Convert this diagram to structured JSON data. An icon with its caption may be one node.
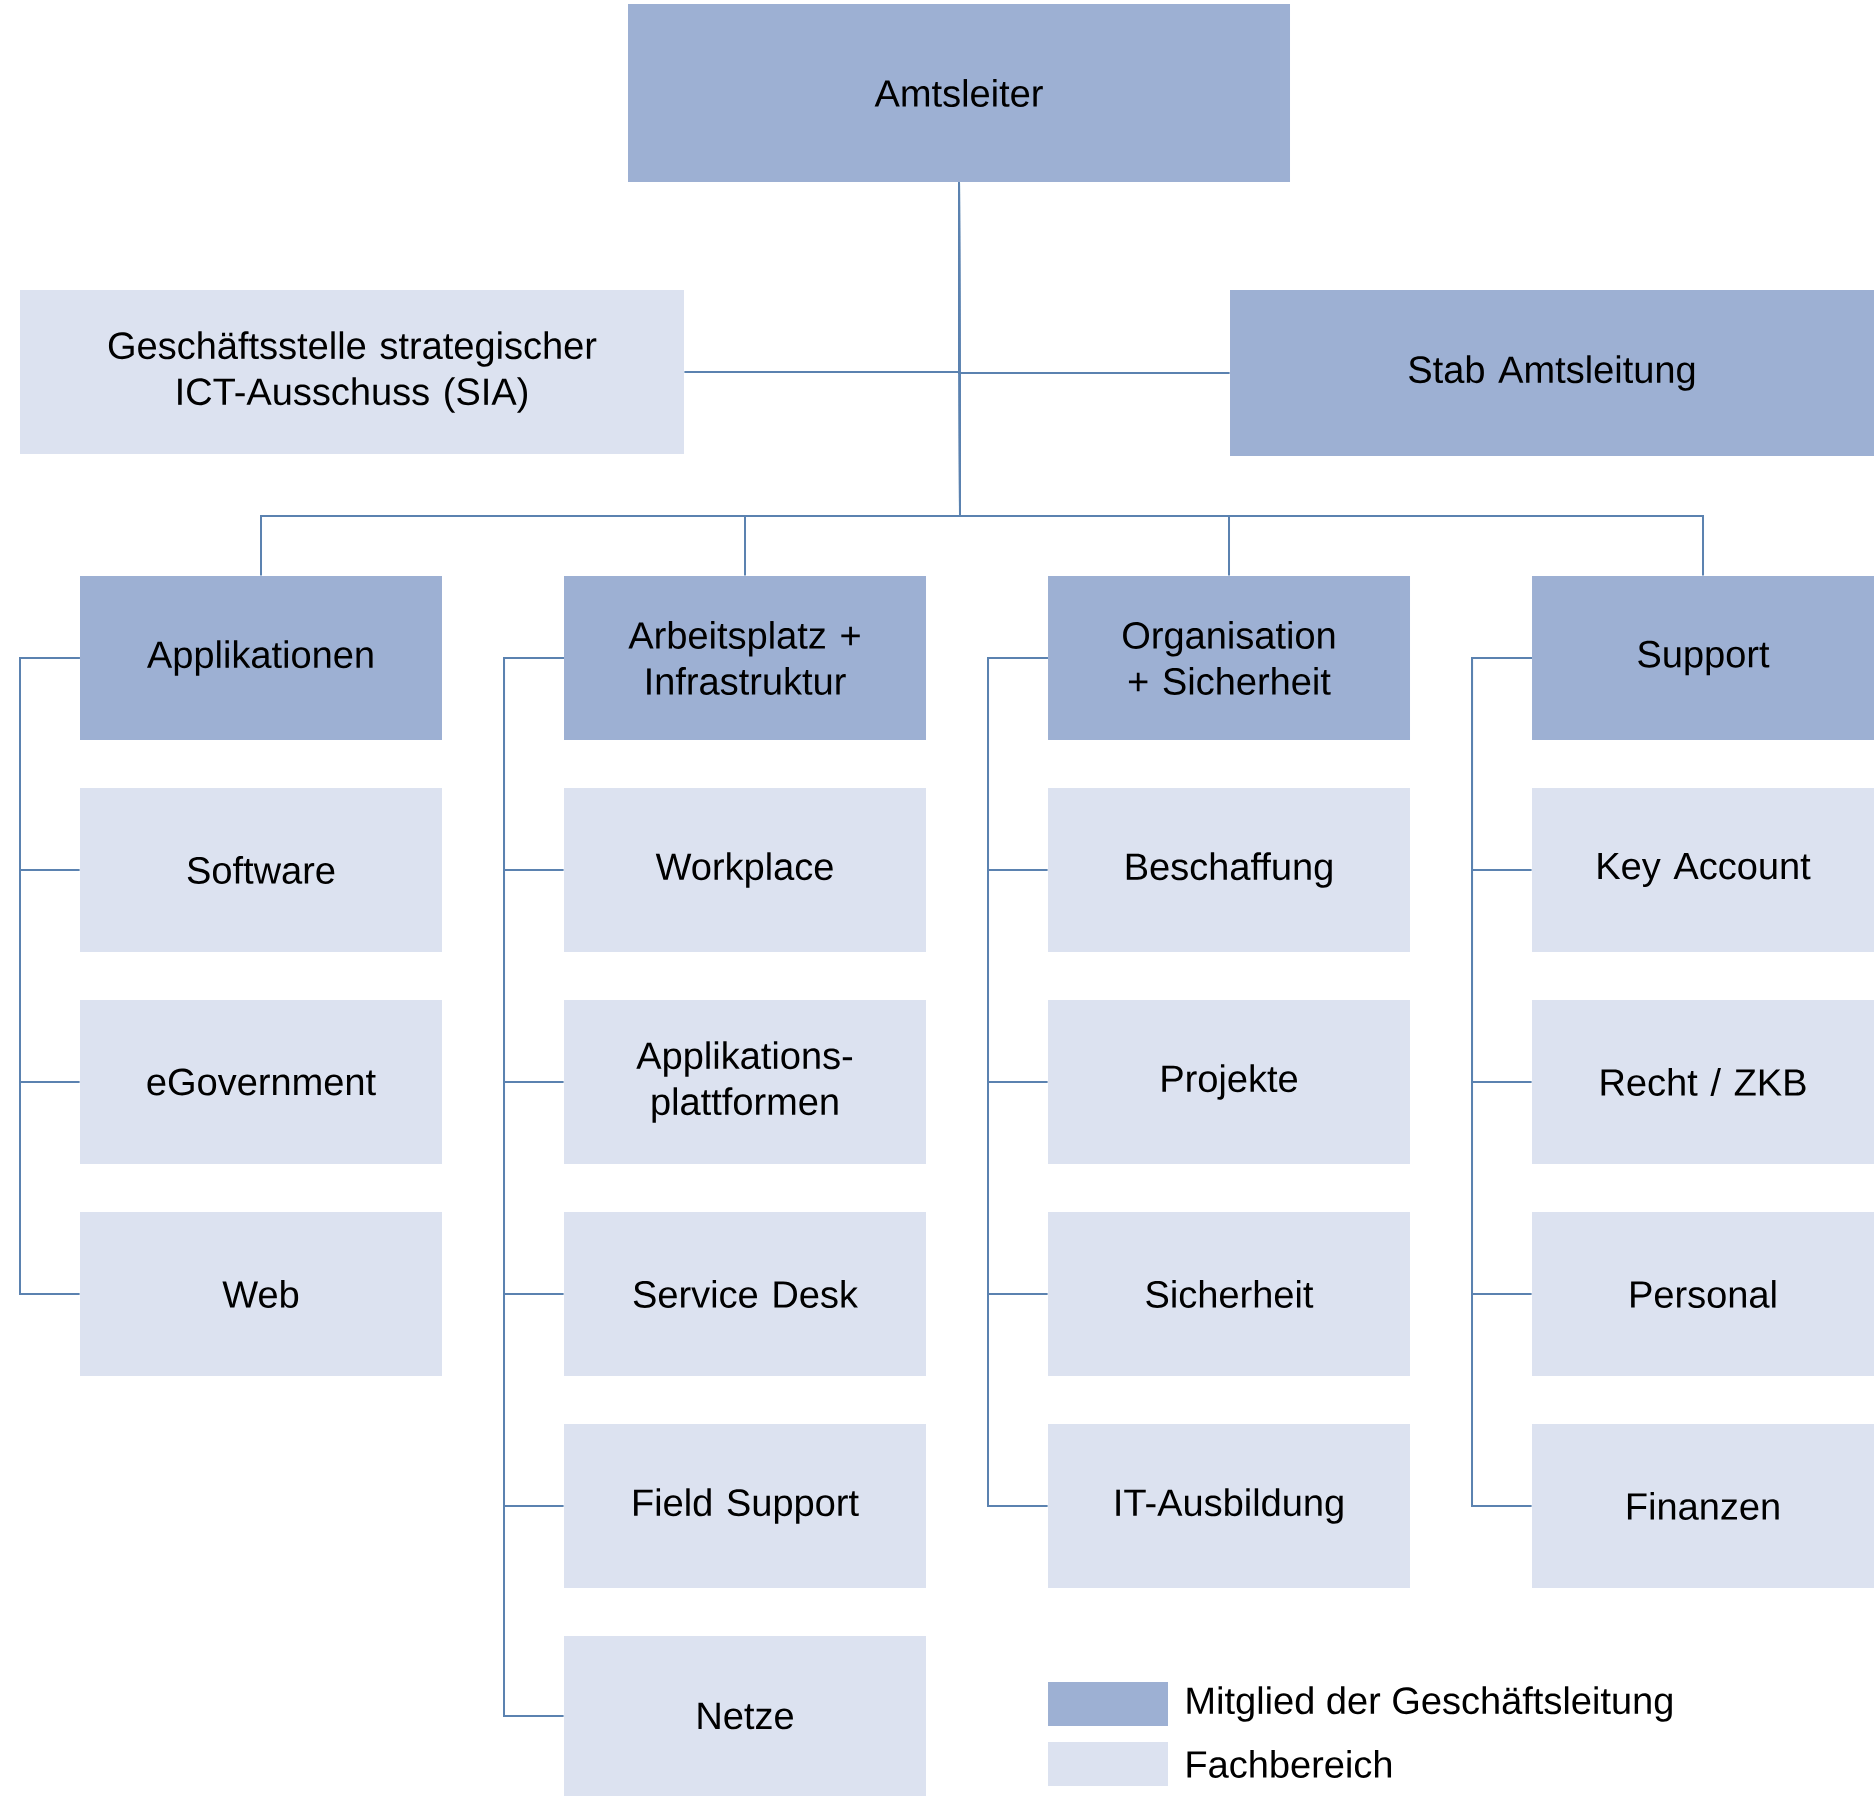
{
  "diagram": {
    "nodes": [
      {
        "text": [
          "Amtsleiter"
        ]
      },
      {
        "text": [
          "Geschäftsstelle strategischer ICT-Ausschuss (SIA)"
        ]
      },
      {
        "text": [
          "Stab Amtsleitung"
        ]
      },
      {
        "text": [
          "Applikationen"
        ]
      },
      {
        "text": [
          "Arbeitsplatz + Infrastruktur"
        ]
      },
      {
        "text": [
          "Organisation + Sicherheit"
        ]
      },
      {
        "text": [
          "Support"
        ]
      },
      {
        "text": [
          "Software"
        ]
      },
      {
        "text": [
          "eGovernment"
        ]
      },
      {
        "text": [
          "Web"
        ]
      },
      {
        "text": [
          "Workplace"
        ]
      },
      {
        "text": [
          "Applikations- plattformen"
        ]
      },
      {
        "text": [
          "Service Desk"
        ]
      },
      {
        "text": [
          "Field Support"
        ]
      },
      {
        "text": [
          "Netze"
        ]
      },
      {
        "text": [
          "Beschaffung"
        ]
      },
      {
        "text": [
          "Projekte"
        ]
      },
      {
        "text": [
          "Sicherheit"
        ]
      },
      {
        "text": [
          "IT-Ausbildung"
        ]
      },
      {
        "text": [
          "Key Account"
        ]
      },
      {
        "text": [
          "Recht / ZKB"
        ]
      },
      {
        "text": [
          "Personal"
        ]
      },
      {
        "text": [
          "Finanzen"
        ]
      }
    ],
    "edges": [
      {
        "from": 0,
        "to": 1,
        "arrow": "none"
      },
      {
        "from": 0,
        "to": 2,
        "arrow": "none"
      },
      {
        "from": 0,
        "to": 3,
        "arrow": "none"
      },
      {
        "from": 0,
        "to": 4,
        "arrow": "none"
      },
      {
        "from": 0,
        "to": 5,
        "arrow": "none"
      },
      {
        "from": 0,
        "to": 6,
        "arrow": "none"
      },
      {
        "from": 3,
        "to": 7,
        "arrow": "none"
      },
      {
        "from": 3,
        "to": 8,
        "arrow": "none"
      },
      {
        "from": 3,
        "to": 9,
        "arrow": "none"
      },
      {
        "from": 4,
        "to": 10,
        "arrow": "none"
      },
      {
        "from": 4,
        "to": 11,
        "arrow": "none"
      },
      {
        "from": 4,
        "to": 12,
        "arrow": "none"
      },
      {
        "from": 4,
        "to": 13,
        "arrow": "none"
      },
      {
        "from": 4,
        "to": 14,
        "arrow": "none"
      },
      {
        "from": 5,
        "to": 15,
        "arrow": "none"
      },
      {
        "from": 5,
        "to": 16,
        "arrow": "none"
      },
      {
        "from": 5,
        "to": 17,
        "arrow": "none"
      },
      {
        "from": 5,
        "to": 18,
        "arrow": "none"
      },
      {
        "from": 6,
        "to": 19,
        "arrow": "none"
      },
      {
        "from": 6,
        "to": 20,
        "arrow": "none"
      },
      {
        "from": 6,
        "to": 21,
        "arrow": "none"
      },
      {
        "from": 6,
        "to": 22,
        "arrow": "none"
      }
    ],
    "legend": [
      {
        "text": "Mitglied der Geschäftsleitung",
        "color": "#9db0d3"
      },
      {
        "text": "Fachbereich",
        "color": "#dce2f0"
      }
    ]
  }
}
